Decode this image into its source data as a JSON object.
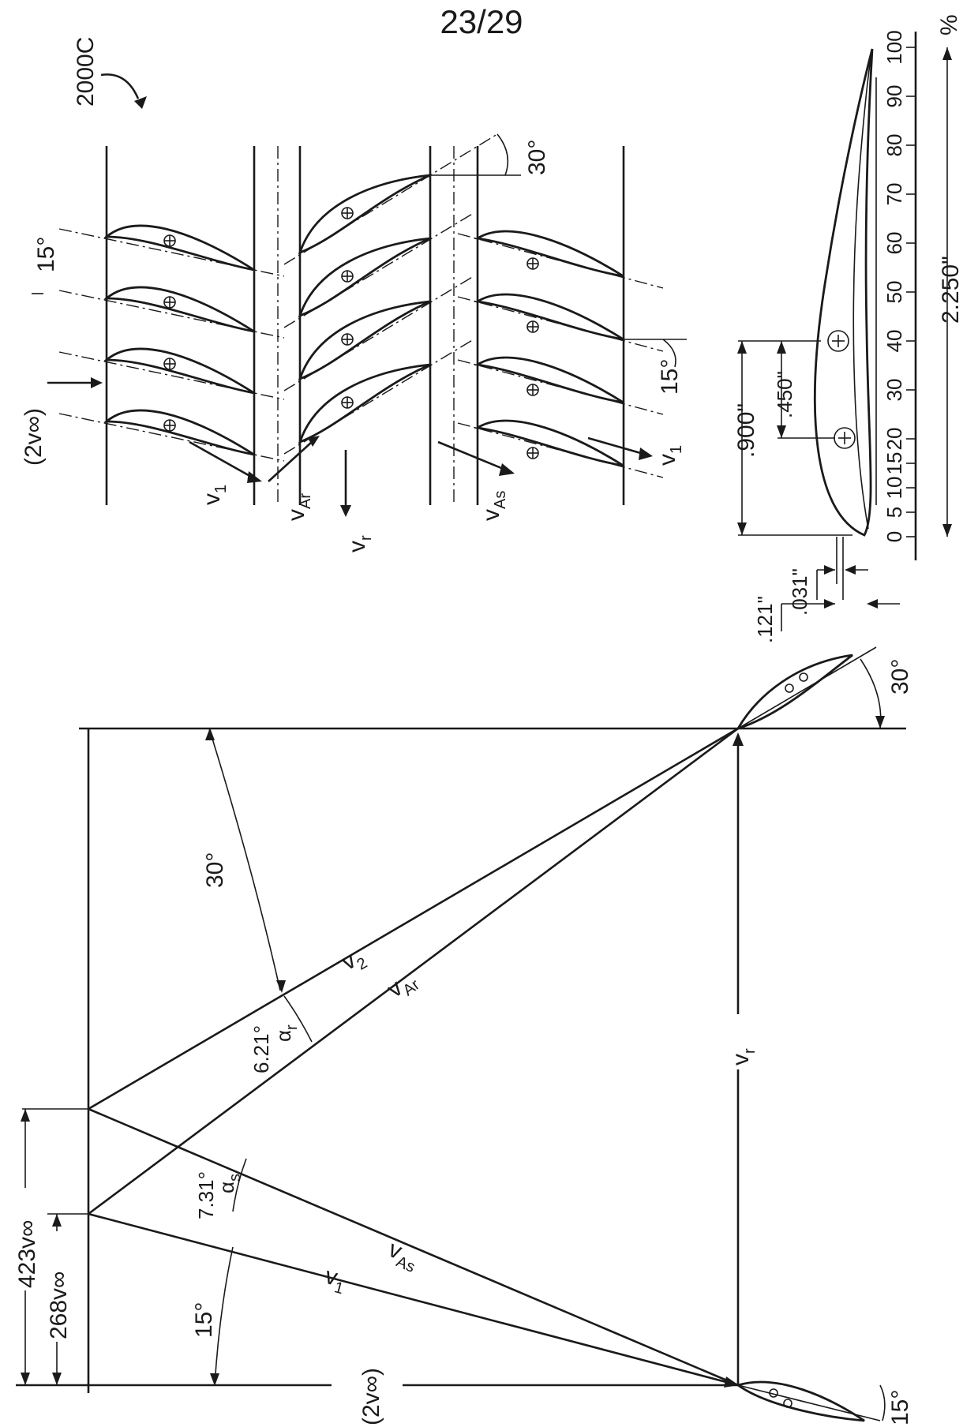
{
  "sheet": {
    "number": "23/29",
    "figure_ref": "2000C"
  },
  "cascade": {
    "inflow_label": "(2v∞)",
    "pitch_angle": "15°",
    "outlet_angle": "15°",
    "rotor_angle": "30°",
    "v1_label": "v",
    "v1_sub": "1",
    "var_label": "v",
    "var_sub": "Ar",
    "vr_label": "v",
    "vr_sub": "r",
    "vas_label": "v",
    "vas_sub": "As",
    "v1b_label": "v",
    "v1b_sub": "1"
  },
  "airfoil_section": {
    "scale_unit": "%",
    "scale_ticks": [
      "0",
      "5",
      "10",
      "15",
      "20",
      "30",
      "40",
      "50",
      "60",
      "70",
      "80",
      "90",
      "100"
    ],
    "dim_chord": "2.250\"",
    "dim_900": ".900\"",
    "dim_450": ".450\"",
    "dim_031": ".031\"",
    "dim_121": ".121\""
  },
  "velocity_triangle": {
    "angle_top": "30°",
    "v2_label": "v",
    "v2_sub": "2",
    "var_label": "v",
    "var_sub": "Ar",
    "vr_label": "v",
    "vr_sub": "r",
    "angle_621": "6.21°",
    "alpha_r_label": "α",
    "alpha_r_sub": "r",
    "angle_731": "7.31°",
    "alpha_s_label": "α",
    "alpha_s_sub": "s",
    "vas_label": "v",
    "vas_sub": "As",
    "v1_label": "v",
    "v1_sub": "1",
    "angle_15": "15°",
    "dim_423": "423v∞",
    "dim_268": "268v∞",
    "inflow_label": "(2v∞)",
    "angle_tip_30": "30°",
    "angle_tip_15": "15°"
  }
}
